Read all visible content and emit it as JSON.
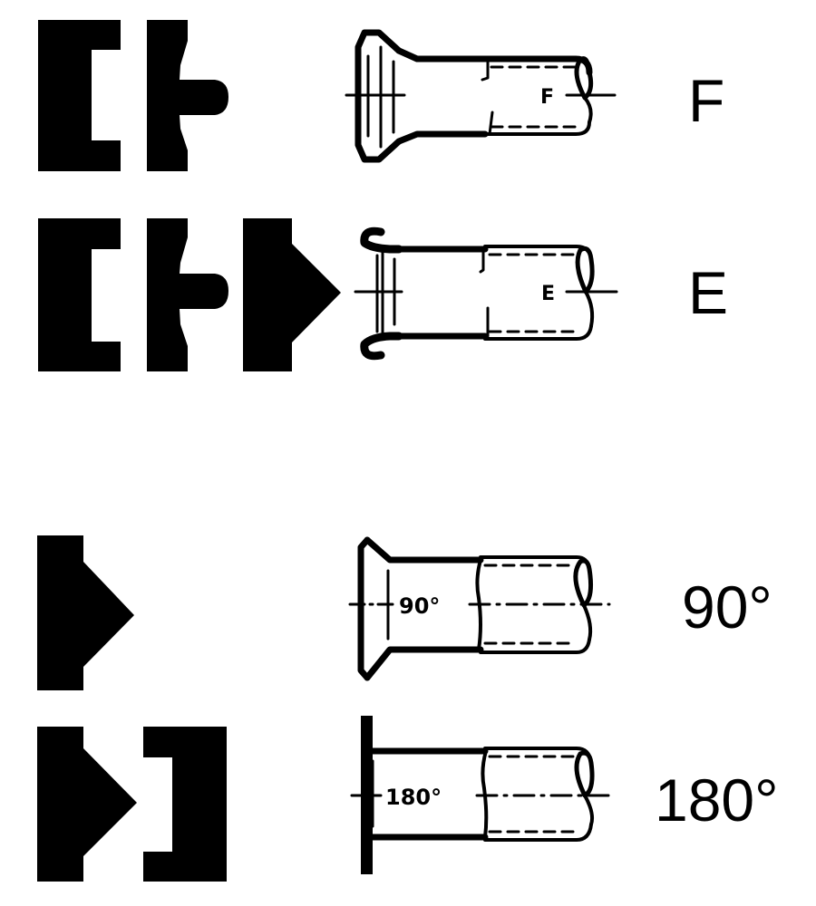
{
  "diagram": {
    "kind": "tube flare types with forming tools",
    "ink_color": "#000000",
    "background": "#ffffff",
    "rows": [
      {
        "id": "F",
        "label": "F",
        "tube_mark": "F",
        "tools": [
          "clamp-die",
          "pilot-punch"
        ],
        "flare": "single flare with inner collar"
      },
      {
        "id": "E",
        "label": "E",
        "tube_mark": "E",
        "tools": [
          "clamp-die",
          "pilot-punch",
          "cone-punch"
        ],
        "flare": "rolled double flare"
      },
      {
        "id": "90",
        "label": "90°",
        "tube_mark": "90°",
        "tools": [
          "cone-punch"
        ],
        "flare": "90° conical flare"
      },
      {
        "id": "180",
        "label": "180°",
        "tube_mark": "180°",
        "tools": [
          "cone-punch",
          "counter-die"
        ],
        "flare": "180° flat flange"
      }
    ]
  }
}
